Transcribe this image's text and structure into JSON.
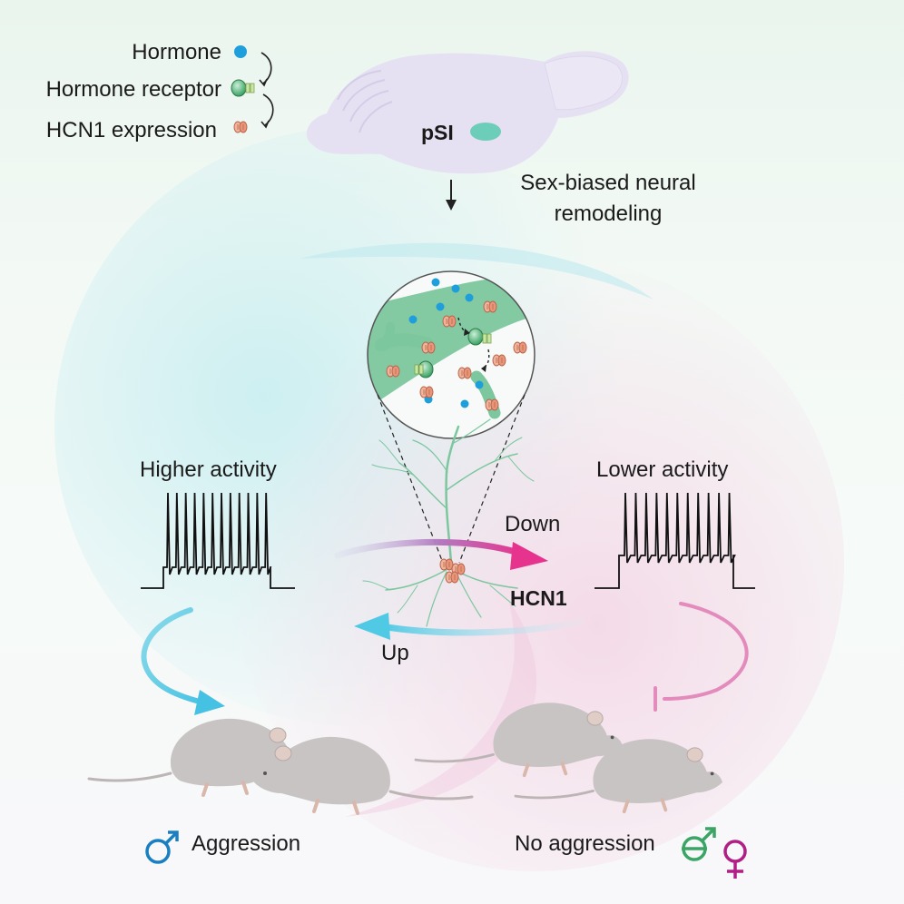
{
  "legend": {
    "hormone": "Hormone",
    "receptor": "Hormone receptor",
    "hcn1_expression": "HCN1 expression"
  },
  "brain": {
    "region": "pSI"
  },
  "remodeling": {
    "line1": "Sex-biased neural",
    "line2": "remodeling"
  },
  "activity": {
    "higher": "Higher activity",
    "lower": "Lower activity"
  },
  "hcn1": {
    "label": "HCN1",
    "down": "Down",
    "up": "Up"
  },
  "outcome": {
    "aggression": "Aggression",
    "no_aggression": "No aggression"
  },
  "colors": {
    "hormone_blue": "#1e9fdc",
    "receptor_green": "#3aa565",
    "hcn1_orange": "#e59a7b",
    "dendrite_green": "#7cc79e",
    "brain_lavender": "#e6e1f2",
    "cyan_arrow": "#4fc9e4",
    "magenta_arrow": "#e6338e",
    "pink_inhibit": "#e48bbd",
    "male_blue": "#1a7fc1",
    "magenta_symbol": "#b11f86"
  },
  "icons": {
    "hormone": "blue-dot-icon",
    "receptor": "green-receptor-icon",
    "hcn1": "hcn1-channel-icon",
    "male": "male-symbol-icon",
    "female": "female-symbol-icon",
    "castrated_male": "struck-male-symbol-icon"
  }
}
